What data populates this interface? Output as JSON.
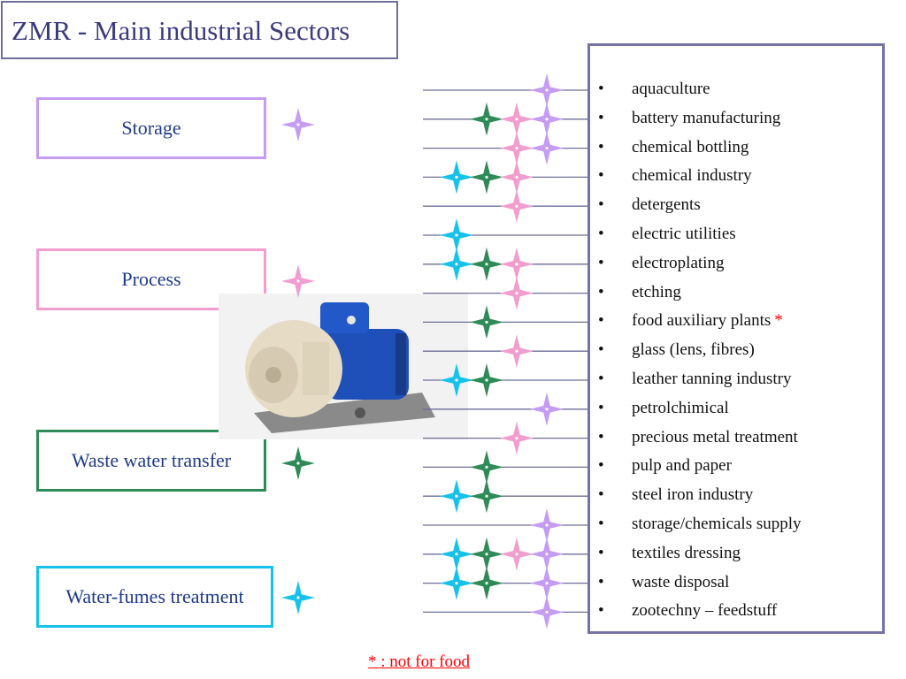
{
  "title": "ZMR - Main industrial Sectors",
  "categories": [
    {
      "id": "storage",
      "label": "Storage",
      "color": "#c59cf2"
    },
    {
      "id": "process",
      "label": "Process",
      "color": "#f19ecf"
    },
    {
      "id": "waste",
      "label": "Waste water transfer",
      "color": "#2e8b57"
    },
    {
      "id": "fumes",
      "label": "Water-fumes treatment",
      "color": "#16c2ea"
    }
  ],
  "bullet": "•",
  "sectors": [
    {
      "label": "aquaculture",
      "marks": [
        "storage"
      ]
    },
    {
      "label": "battery manufacturing",
      "marks": [
        "waste",
        "process",
        "storage"
      ]
    },
    {
      "label": "chemical bottling",
      "marks": [
        "process",
        "storage"
      ]
    },
    {
      "label": "chemical industry",
      "marks": [
        "fumes",
        "waste",
        "process"
      ]
    },
    {
      "label": "detergents",
      "marks": [
        "process"
      ]
    },
    {
      "label": "electric utilities",
      "marks": [
        "fumes"
      ]
    },
    {
      "label": "electroplating",
      "marks": [
        "fumes",
        "waste",
        "process"
      ]
    },
    {
      "label": "etching",
      "marks": [
        "process"
      ]
    },
    {
      "label": "food auxiliary plants",
      "asterisk": "*",
      "marks": [
        "waste"
      ]
    },
    {
      "label": "glass (lens, fibres)",
      "marks": [
        "process"
      ]
    },
    {
      "label": "leather tanning industry",
      "marks": [
        "fumes",
        "waste"
      ]
    },
    {
      "label": "petrolchimical",
      "marks": [
        "storage"
      ]
    },
    {
      "label": "precious metal treatment",
      "marks": [
        "process"
      ]
    },
    {
      "label": "pulp and paper",
      "marks": [
        "waste"
      ]
    },
    {
      "label": "steel  iron industry",
      "marks": [
        "fumes",
        "waste"
      ]
    },
    {
      "label": "storage/chemicals supply",
      "marks": [
        "storage"
      ]
    },
    {
      "label": "textiles dressing",
      "marks": [
        "fumes",
        "waste",
        "process",
        "storage"
      ]
    },
    {
      "label": "waste disposal",
      "marks": [
        "fumes",
        "waste",
        "storage"
      ]
    },
    {
      "label": "zootechny – feedstuff",
      "marks": [
        "storage"
      ]
    }
  ],
  "footnote": "* : not for food",
  "image": {
    "icon": "pump-image"
  }
}
